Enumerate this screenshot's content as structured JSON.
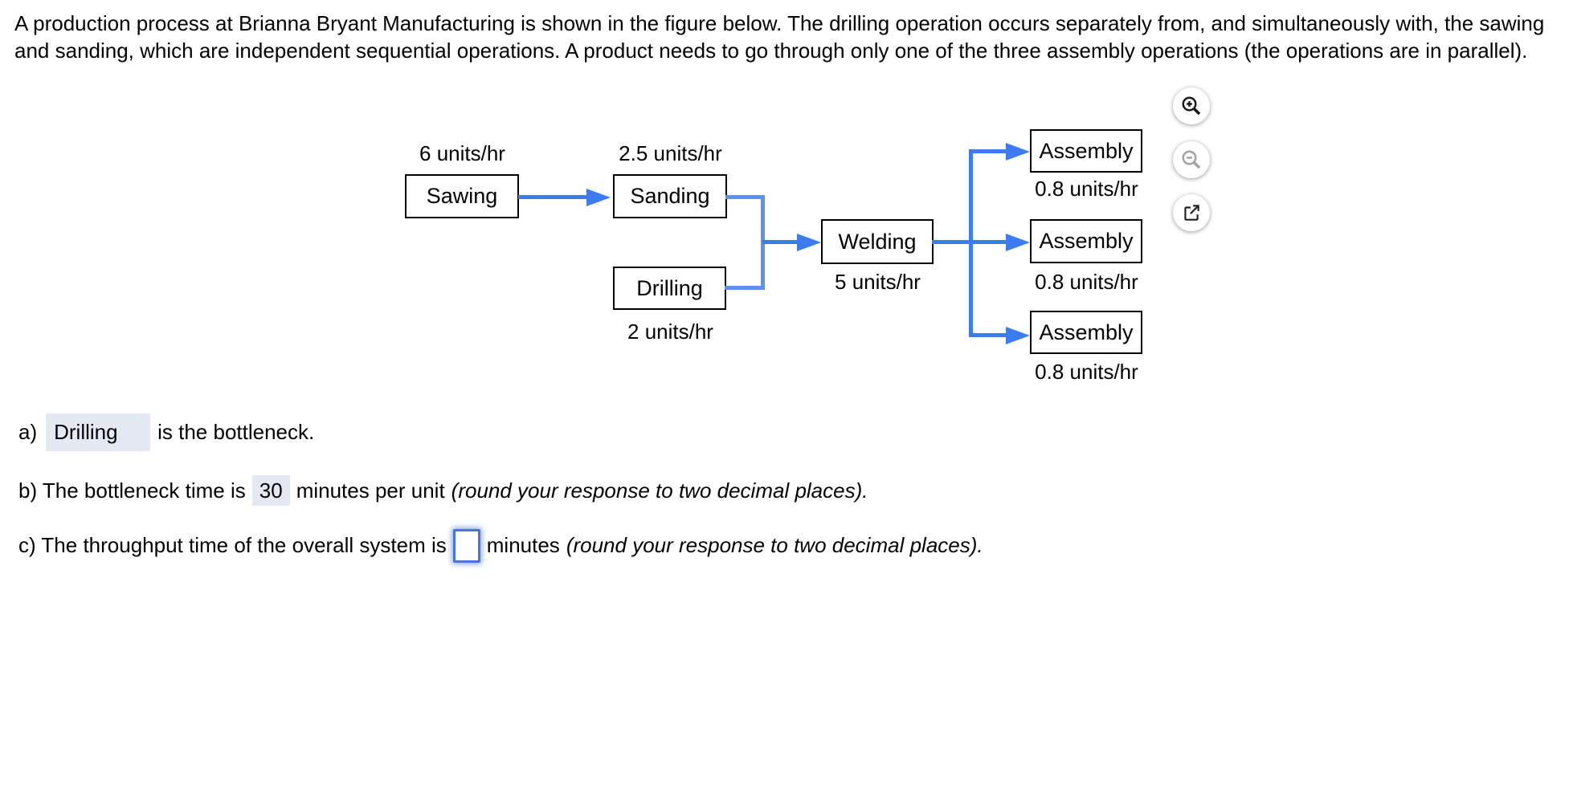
{
  "intro": {
    "line1": "A production process at Brianna Bryant Manufacturing is shown in the figure below. The drilling operation occurs separately from, and simultaneously with, the sawing",
    "line2": "and sanding, which are independent sequential operations. A product needs to go through only one of the three assembly operations (the operations are in parallel)."
  },
  "diagram": {
    "boxes": [
      {
        "label": "Sawing",
        "rate": "6 units/hr"
      },
      {
        "label": "Sanding",
        "rate": "2.5 units/hr"
      },
      {
        "label": "Drilling",
        "rate": "2 units/hr"
      },
      {
        "label": "Welding",
        "rate": "5 units/hr"
      },
      {
        "label": "Assembly",
        "rate": "0.8 units/hr"
      },
      {
        "label": "Assembly",
        "rate": "0.8 units/hr"
      },
      {
        "label": "Assembly",
        "rate": "0.8 units/hr"
      }
    ],
    "colors": {
      "arrow": "#3c7cf0",
      "elbow": "#5b90f4",
      "box_border": "#000000"
    }
  },
  "toolbar": {
    "icons": [
      {
        "name": "zoom-in-icon"
      },
      {
        "name": "zoom-out-icon"
      },
      {
        "name": "open-in-new-icon"
      }
    ]
  },
  "questions": {
    "a": {
      "prefix": "a)",
      "answer": "Drilling",
      "suffix": "is the bottleneck."
    },
    "b": {
      "prefix": "b) The bottleneck time is",
      "answer": "30",
      "mid": "minutes per unit",
      "note": "(round your response to two decimal places)."
    },
    "c": {
      "prefix": "c) The throughput time of the overall system is",
      "answer": "",
      "mid": "minutes",
      "note": "(round your response to two decimal places)."
    }
  },
  "colors": {
    "highlight": "#e3e8f3",
    "input_border": "#4b74da"
  }
}
